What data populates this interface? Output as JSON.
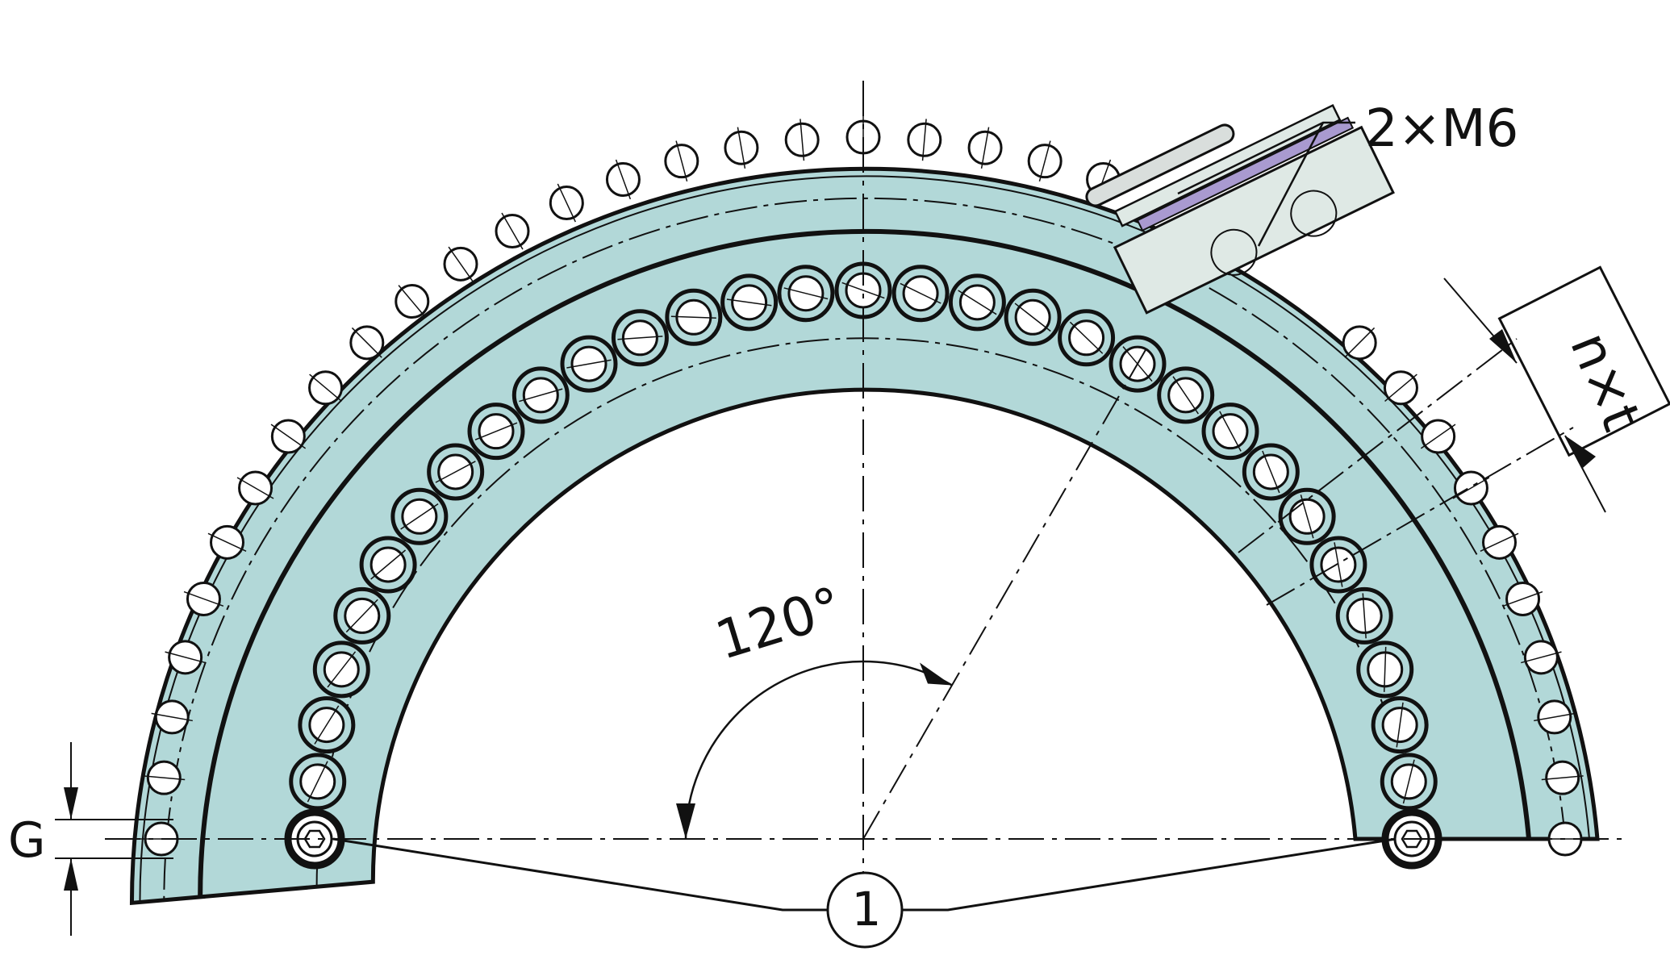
{
  "drawing": {
    "colors": {
      "ring_fill": "#b2d8d8",
      "line": "#111111",
      "clamp_fill": "#dfe9e5",
      "clamp_stripe": "#a99ad0",
      "background": "#ffffff"
    },
    "labels": {
      "dimension_g": "G",
      "thread_callout": "2×M6",
      "angle": "120°",
      "hole_spec": "n×t",
      "item_number": "1"
    }
  }
}
